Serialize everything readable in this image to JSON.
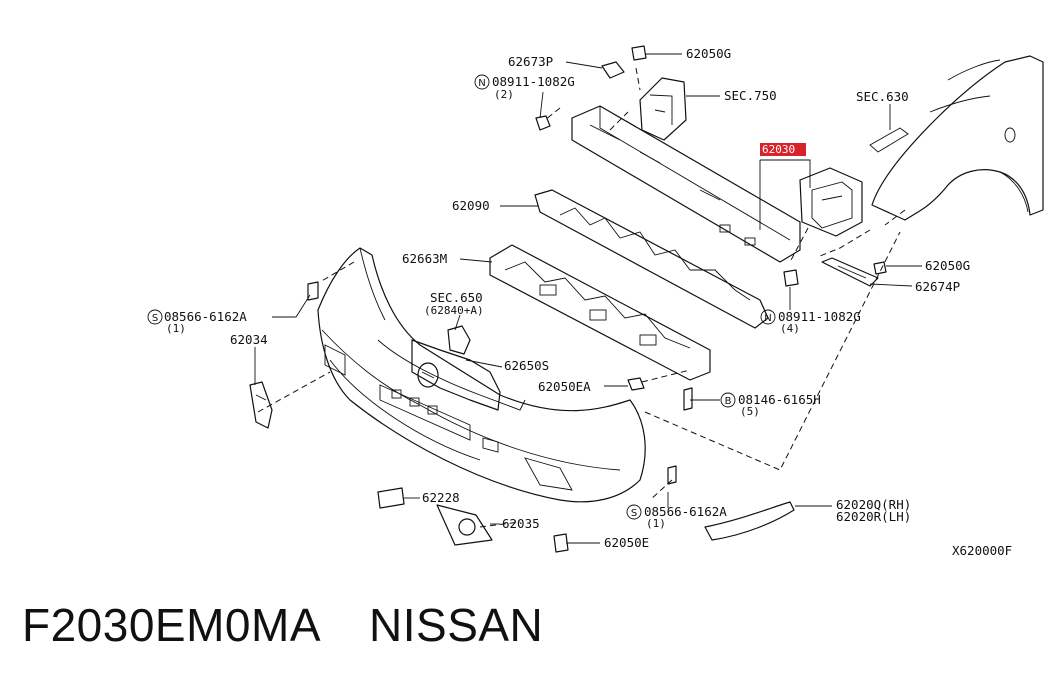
{
  "diagram": {
    "labels": {
      "p62673P": "62673P",
      "p62050G_top": "62050G",
      "p08911_top": "08911-1082G",
      "p08911_top_qty": "(2)",
      "sec750": "SEC.750",
      "sec630": "SEC.630",
      "p62030_highlight": "62030",
      "p62090": "62090",
      "p62663M": "62663M",
      "sec650": "SEC.650",
      "sec650_ref": "(62840+A)",
      "p08566_left": "08566-6162A",
      "p08566_left_qty": "(1)",
      "p62034": "62034",
      "p62650S": "62650S",
      "p62050EA": "62050EA",
      "p62050G_right": "62050G",
      "p62674P": "62674P",
      "p08911_right": "08911-1082G",
      "p08911_right_qty": "(4)",
      "p08146": "08146-6165H",
      "p08146_qty": "(5)",
      "p62228": "62228",
      "p62035": "62035",
      "p08566_bottom": "08566-6162A",
      "p08566_bottom_qty": "(1)",
      "p62050E": "62050E",
      "p62020Q": "62020Q(RH)",
      "p62020R": "62020R(LH)",
      "figure_code": "X620000F"
    },
    "circle_letters": {
      "n": "N",
      "s": "S",
      "b": "B"
    },
    "highlight_color": "#d8232a"
  },
  "footer": {
    "part_number": "F2030EM0MA",
    "brand": "NISSAN"
  }
}
